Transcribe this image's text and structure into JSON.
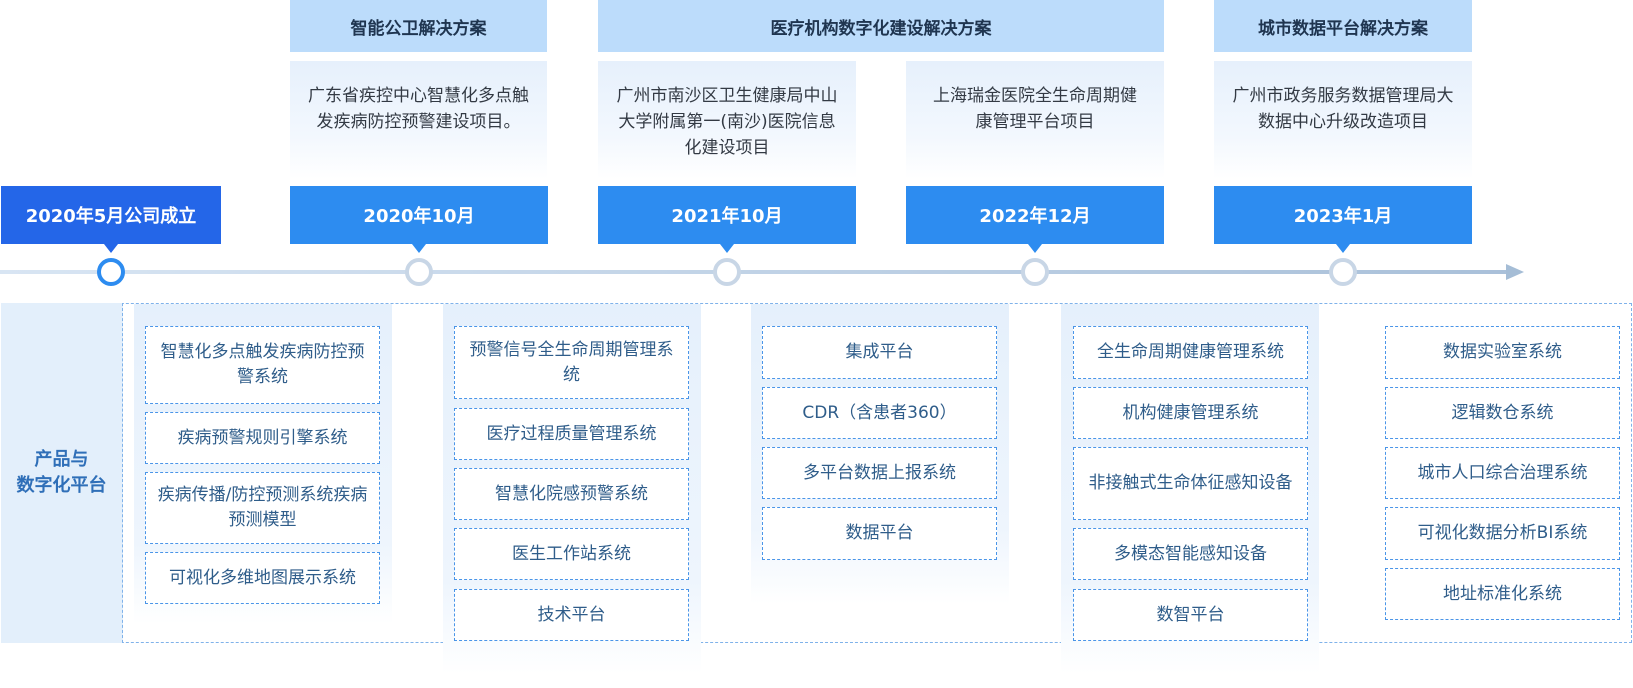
{
  "solutions": [
    {
      "label": "智能公卫解决方案"
    },
    {
      "label": "医疗机构数字化建设解决方案"
    },
    {
      "label": "城市数据平台解决方案"
    }
  ],
  "projects": [
    {
      "text": "广东省疾控中心智慧化多点触发疾病防控预警建设项目。"
    },
    {
      "text": "广州市南沙区卫生健康局中山大学附属第一(南沙)医院信息化建设项目"
    },
    {
      "text": "上海瑞金医院全生命周期健康管理平台项目"
    },
    {
      "text": "广州市政务服务数据管理局大数据中心升级改造项目"
    }
  ],
  "milestones": [
    {
      "label": "2020年5月公司成立"
    },
    {
      "label": "2020年10月"
    },
    {
      "label": "2021年10月"
    },
    {
      "label": "2022年12月"
    },
    {
      "label": "2023年1月"
    }
  ],
  "products_panel": {
    "title_line1": "产品与",
    "title_line2": "数字化平台"
  },
  "product_columns": [
    {
      "items": [
        "智慧化多点触发疾病防控预警系统",
        "疾病预警规则引擎系统",
        "疾病传播/防控预测系统疾病预测模型",
        "可视化多维地图展示系统"
      ]
    },
    {
      "items": [
        "预警信号全生命周期管理系统",
        "医疗过程质量管理系统",
        "智慧化院感预警系统",
        "医生工作站系统",
        "技术平台"
      ]
    },
    {
      "items": [
        "集成平台",
        "CDR（含患者360）",
        "多平台数据上报系统",
        "数据平台"
      ]
    },
    {
      "items": [
        "全生命周期健康管理系统",
        "机构健康管理系统",
        "非接触式生命体征感知设备",
        "多模态智能感知设备",
        "数智平台"
      ]
    },
    {
      "items": [
        "数据实验室系统",
        "逻辑数仓系统",
        "城市人口综合治理系统",
        "可视化数据分析BI系统",
        "地址标准化系统"
      ]
    }
  ],
  "colors": {
    "founding": "#2466e8",
    "date_label": "#2d8cf0",
    "solution_header": "#bcdcfb",
    "item_border": "#4a95e8"
  }
}
